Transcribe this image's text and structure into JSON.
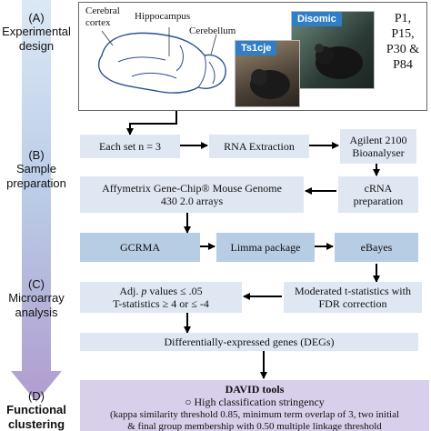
{
  "sections": [
    {
      "letter": "(A)",
      "title": "Experimental design"
    },
    {
      "letter": "(B)",
      "title": "Sample preparation"
    },
    {
      "letter": "(C)",
      "title": "Microarray analysis"
    },
    {
      "letter": "(D)",
      "title": "Functional clustering"
    }
  ],
  "brain": {
    "cerebral_cortex": "Cerebral cortex",
    "hippocampus": "Hippocampus",
    "cerebellum": "Cerebellum"
  },
  "photos": {
    "disomic": "Disomic",
    "ts1cje": "Ts1cje"
  },
  "timepoints": {
    "line1": "P1,",
    "line2": "P15,",
    "line3": "P30 &",
    "line4": "P84"
  },
  "sample_prep": {
    "each_set": "Each set n = 3",
    "rna_extraction": "RNA Extraction",
    "agilent_line1": "Agilent 2100",
    "agilent_line2": "Bioanalyser",
    "affymetrix_line1": "Affymetrix Gene-Chip® Mouse Genome",
    "affymetrix_line2": "430 2.0 arrays",
    "crna_line1": "cRNA",
    "crna_line2": "preparation"
  },
  "microarray": {
    "gcrma": "GCRMA",
    "limma": "Limma package",
    "ebayes": "eBayes",
    "adj_prefix": "Adj. ",
    "adj_p": "p",
    "adj_suffix": " values ≤ .05",
    "tstats": "T-statistics ≥ 4 or ≤ -4",
    "moderated_line1": "Moderated t-statistics with",
    "moderated_line2": "FDR correction",
    "degs": "Differentially-expressed genes (DEGs)"
  },
  "clustering": {
    "david_title": "DAVID tools",
    "stringency": "○ High classification stringency",
    "params_line1": "(kappa similarity threshold 0.85, minimum term overlap of 3, two initial",
    "params_line2": "& final group membership with 0.50 multiple linkage threshold"
  },
  "colors": {
    "arrow_top": "#cfe0f2",
    "arrow_mid": "#b4c7e7",
    "arrow_bottom": "#b8a6d6",
    "box_light": "#dfe7f3",
    "box_mid": "#b7cde4",
    "box_purple": "#d8d0ea",
    "photo_label_bg": "#2f7ec6"
  }
}
